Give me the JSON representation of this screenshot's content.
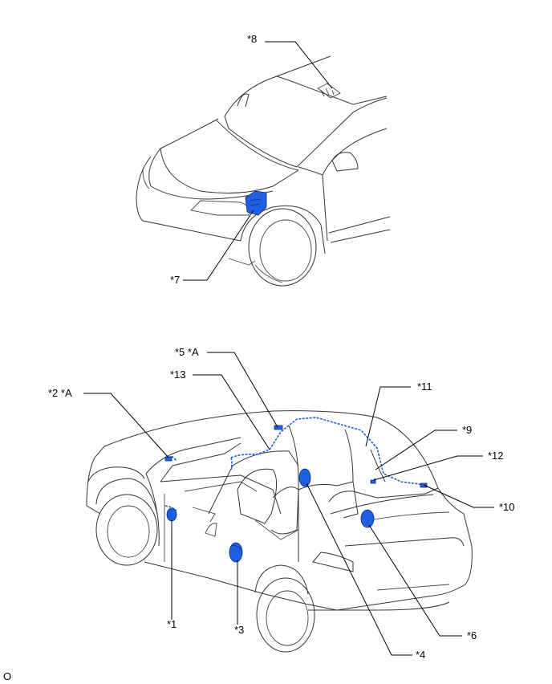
{
  "labels": {
    "l8": "*8",
    "l7": "*7",
    "l5": "*5 *A",
    "l13": "*13",
    "l2": "*2 *A",
    "l11": "*11",
    "l9": "*9",
    "l12": "*12",
    "l10": "*10",
    "l1": "*1",
    "l3": "*3",
    "l4": "*4",
    "l6": "*6"
  },
  "footer": {
    "figure_code": "O"
  },
  "colors": {
    "part_fill": "#1f5fe0",
    "line": "#333333"
  },
  "icons": [
    "front-car-view-illustration",
    "interior-car-view-illustration"
  ]
}
